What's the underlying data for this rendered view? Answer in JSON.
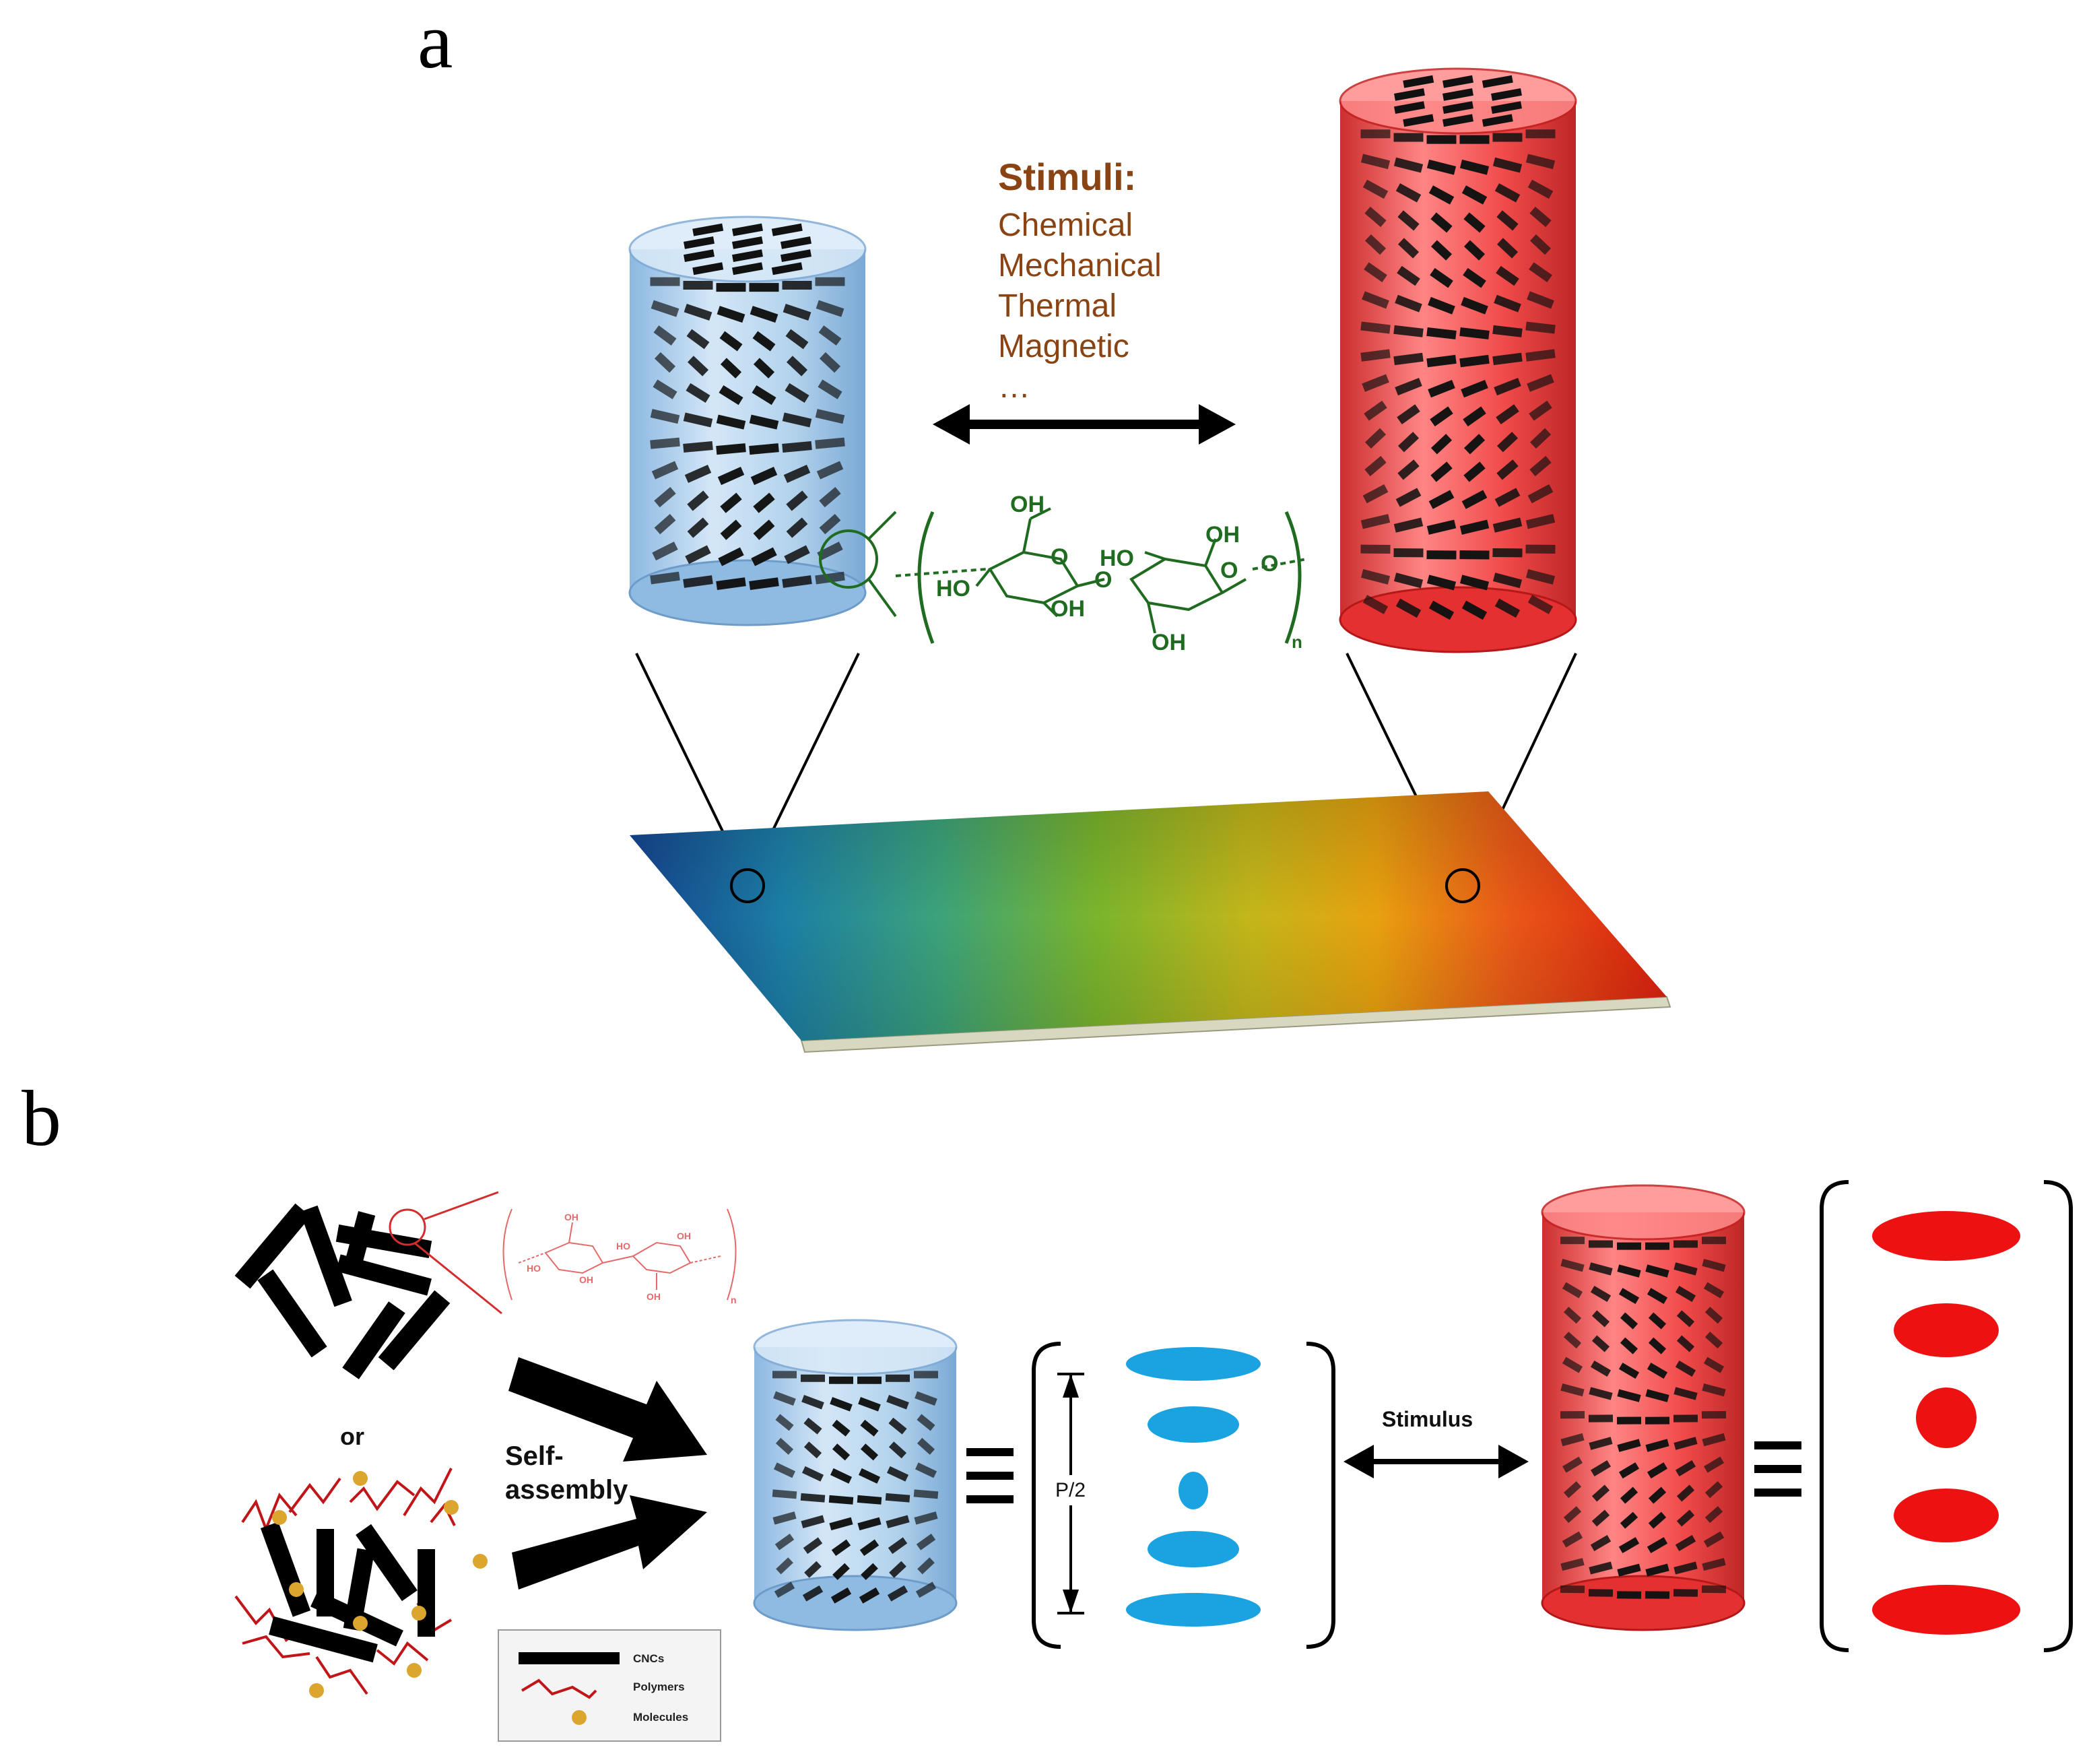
{
  "panels": {
    "a": "a",
    "b": "b"
  },
  "stimuli": {
    "title": "Stimuli:",
    "items": [
      "Chemical",
      "Mechanical",
      "Thermal",
      "Magnetic",
      "…"
    ]
  },
  "chem_a": {
    "oh1": "OH",
    "oh2": "HO",
    "oh3": "OH",
    "oh4": "HO",
    "oh5": "OH",
    "oh6": "OH",
    "o1": "O",
    "o2": "O",
    "o3": "O",
    "o4": "O",
    "n": "n"
  },
  "chem_b": {
    "oh1": "OH",
    "oh2": "HO",
    "oh3": "OH",
    "oh4": "HO",
    "oh5": "OH",
    "oh6": "OH",
    "n": "n"
  },
  "panel_b": {
    "or": "or",
    "self_assembly": [
      "Self-",
      "assembly"
    ],
    "stimulus": "Stimulus",
    "pitch": "P/2",
    "legend": {
      "cncs": "CNCs",
      "polymers": "Polymers",
      "molecules": "Molecules"
    }
  },
  "colors": {
    "blue_cylinder": "#a9cdea",
    "red_cylinder": "#ef3a3a",
    "stimuli_text": "#8a4312",
    "chem_green": "#1f6b1f",
    "ellipse_blue": "#1aa3e0",
    "ellipse_red": "#ee1111",
    "polymer_red": "#c0161a",
    "molecule_gold": "#dca52d"
  }
}
